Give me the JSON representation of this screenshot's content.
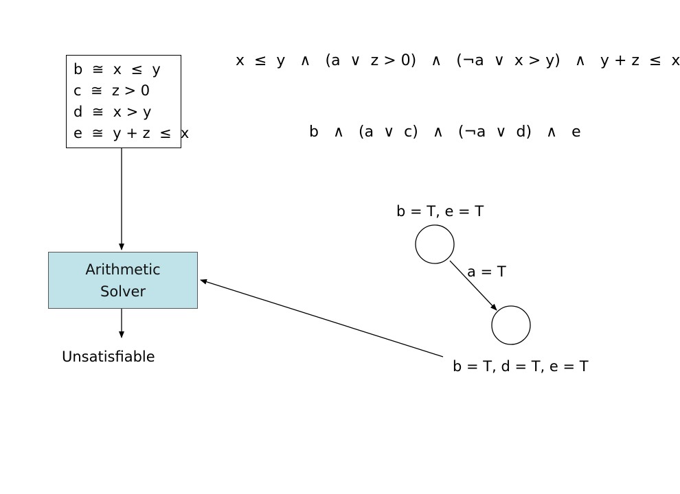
{
  "atoms": [
    "b  ≅  x  ≤  y",
    "c  ≅  z > 0",
    "d  ≅  x > y",
    "e  ≅  y + z  ≤  x"
  ],
  "formula_top": "x  ≤  y   ∧   (a  ∨  z > 0)   ∧   (¬a  ∨  x > y)   ∧   y + z  ≤  x",
  "formula_bottom": "b   ∧   (a  ∨  c)   ∧   (¬a  ∨  d)   ∧   e",
  "solver": {
    "line1": "Arithmetic",
    "line2": "Solver"
  },
  "result_label": "Unsatisfiable",
  "node_top_label": "b = T, e = T",
  "edge_label": "a = T",
  "node_bottom_label": "b = T, d = T, e = T"
}
